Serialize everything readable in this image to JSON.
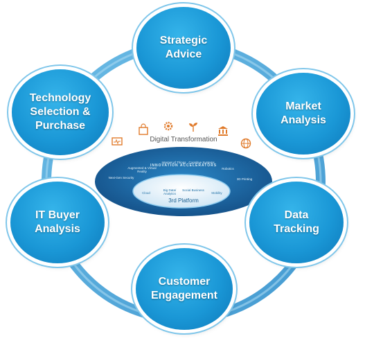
{
  "nodes": {
    "strategic_advice": "Strategic\nAdvice",
    "market_analysis": "Market\nAnalysis",
    "data_tracking": "Data\nTracking",
    "customer_engagement": "Customer\nEngagement",
    "it_buyer_analysis": "IT Buyer\nAnalysis",
    "technology_selection": "Technology\nSelection &\nPurchase"
  },
  "center": {
    "title": "Digital Transformation",
    "accelerators_label": "INNOVATION ACCELERATORS",
    "accelerators": [
      "Next-Gen Security",
      "Augmented & Virtual Reality",
      "Internet of Things",
      "Cognitive Systems",
      "Robotics",
      "3D Printing"
    ],
    "platform_items": [
      "Cloud",
      "Big Data/ Analytics",
      "Social Business",
      "Mobility"
    ],
    "platform_label": "3rd Platform"
  },
  "colors": {
    "node_fill": "#1a97d6",
    "ring": "#4aa3d8",
    "ellipse_outer": "#1d6aa8",
    "ellipse_inner": "#e9f4fb",
    "transformation_icons": "#e07a2a"
  },
  "icons": [
    "monitor-icon",
    "shopping-bag-icon",
    "gear-icon",
    "plant-icon",
    "bank-icon",
    "globe-icon"
  ]
}
